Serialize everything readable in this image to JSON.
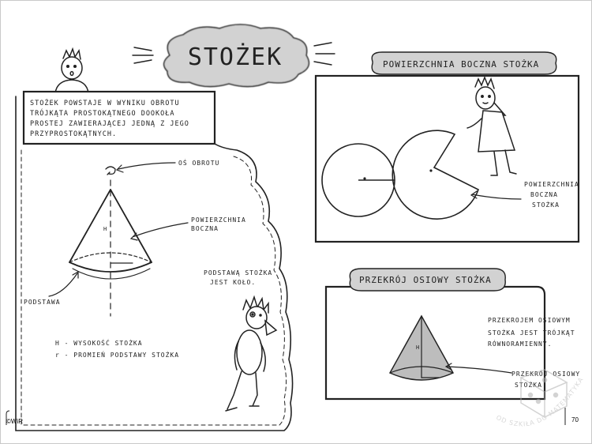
{
  "title": "STOŻEK",
  "intro_text": [
    "STOŻEK POWSTAJE W WYNIKU OBROTU",
    "TRÓJKĄTA PROSTOKĄTNEGO DOOKOŁA",
    "PROSTEJ ZAWIERAJĄCEJ JEDNĄ Z JEGO",
    "PRZYPROSTOKĄTNYCH."
  ],
  "left_labels": {
    "axis": "OŚ OBROTU",
    "lateral": [
      "POWIERZCHNIA",
      "BOCZNA"
    ],
    "base": "PODSTAWA",
    "height_letter": "H",
    "base_note": [
      "PODSTAWĄ STOŻKA",
      "JEST KOŁO."
    ],
    "legend": [
      "H - WYSOKOŚĆ STOŻKA",
      "r - PROMIEŃ PODSTAWY STOŻKA"
    ]
  },
  "panel_lateral": {
    "banner": "POWIERZCHNIA BOCZNA STOŻKA",
    "label": [
      "POWIERZCHNIA",
      "BOCZNA",
      "STOŻKA"
    ]
  },
  "panel_section": {
    "banner": "PRZEKRÓJ OSIOWY STOŻKA",
    "description": [
      "PRZEKROJEM OSIOWYM",
      "STOŻKA JEST TRÓJKĄT",
      "RÓWNORAMIENNY."
    ],
    "pointer_label": [
      "PRZEKRÓJ OSIOWY",
      "STOŻKA"
    ],
    "height_letter": "H"
  },
  "footer": {
    "copyright": "©WiR",
    "page_number": "70",
    "watermark": "OD SZKIŁA DO MATEMATYKA"
  }
}
